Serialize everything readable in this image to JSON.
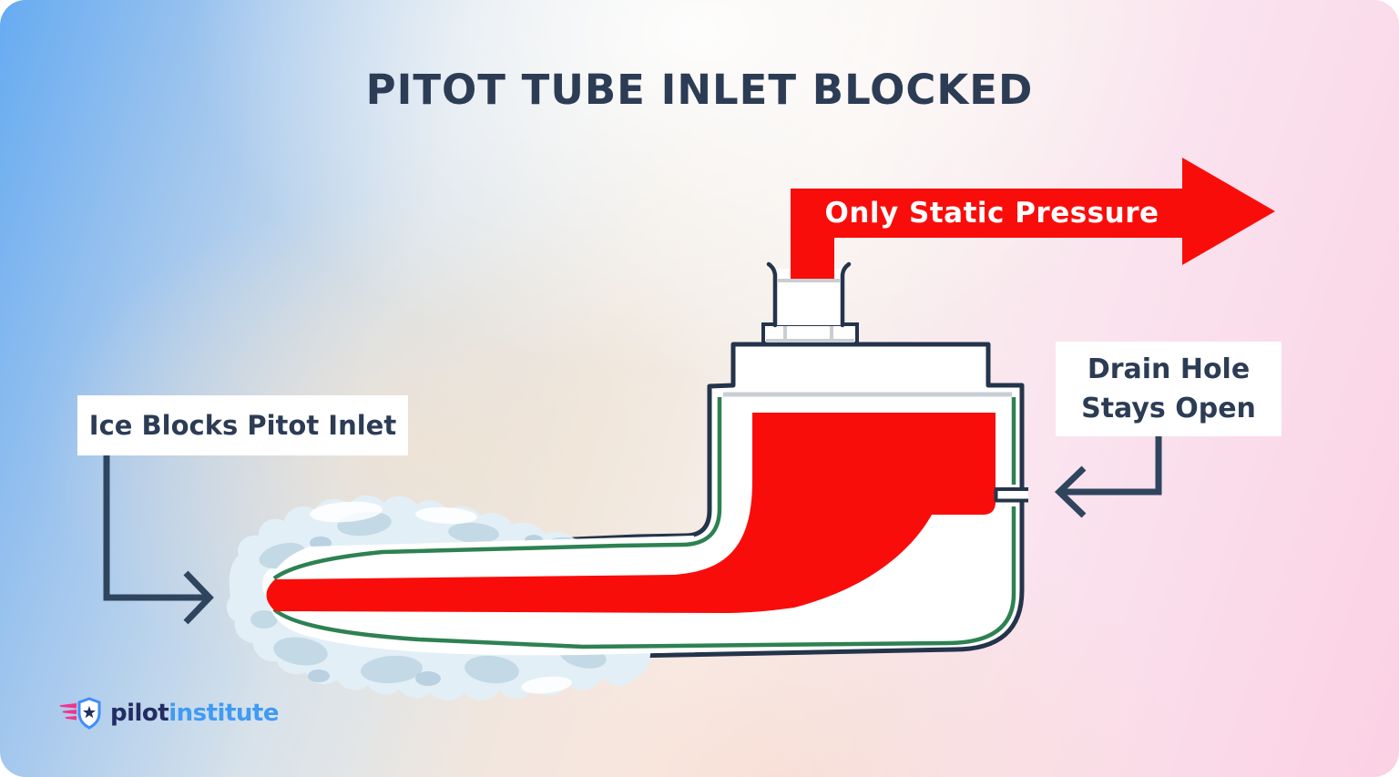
{
  "title": "PITOT TUBE INLET BLOCKED",
  "diagram": {
    "flow_arrow_label": "Only Static Pressure",
    "ice_label": "Ice Blocks Pitot Inlet",
    "drain_label_line1": "Drain Hole",
    "drain_label_line2": "Stays Open"
  },
  "logo": {
    "part1": "pilot",
    "part2": "institute"
  },
  "colors": {
    "red": "#f90d0b",
    "green": "#2e8152",
    "navy_outline": "#24344b",
    "text_navy": "#2c3c55",
    "connector": "#2f455e",
    "gray_line": "#c9ced3",
    "ice_base": "#e3eff6",
    "ice_shadow": "#a9c7da",
    "bg_blue": "#66abf1",
    "bg_pink": "#fbd1e4",
    "bg_beige": "#f2e2d0",
    "logo_pink": "#f2348c",
    "logo_blue": "#3f8ef5"
  }
}
